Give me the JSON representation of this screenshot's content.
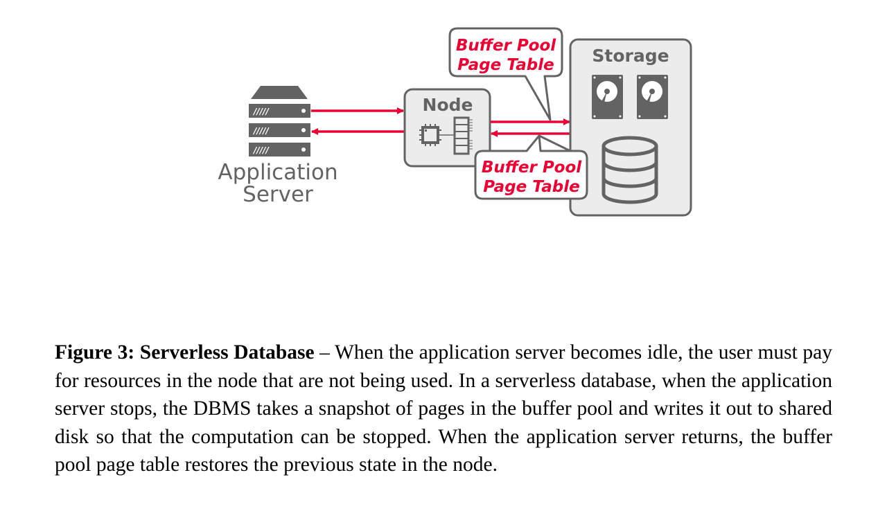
{
  "figure": {
    "app_server_label": [
      "Application",
      "Server"
    ],
    "node_label": "Node",
    "storage_label": "Storage",
    "callout_top": [
      "Buffer Pool",
      "Page Table"
    ],
    "callout_bottom": [
      "Buffer Pool",
      "Page Table"
    ],
    "colors": {
      "accent_red": "#ee0033",
      "gray_dark": "#636363",
      "box_fill": "#ececec"
    },
    "icons": [
      "server-rack-icon",
      "cpu-chip-icon",
      "memory-module-icon",
      "hard-drive-icon",
      "database-cylinder-icon"
    ]
  },
  "caption": {
    "label": "Figure 3: Serverless Database",
    "separator": " – ",
    "text": "When the application server becomes idle, the user must pay for resources in the node that are not being used. In a serverless database, when the application server stops, the DBMS takes a snapshot of pages in the buffer pool and writes it out to shared disk so that the computation can be stopped. When the application server returns, the buffer pool page table restores the previous state in the node."
  }
}
